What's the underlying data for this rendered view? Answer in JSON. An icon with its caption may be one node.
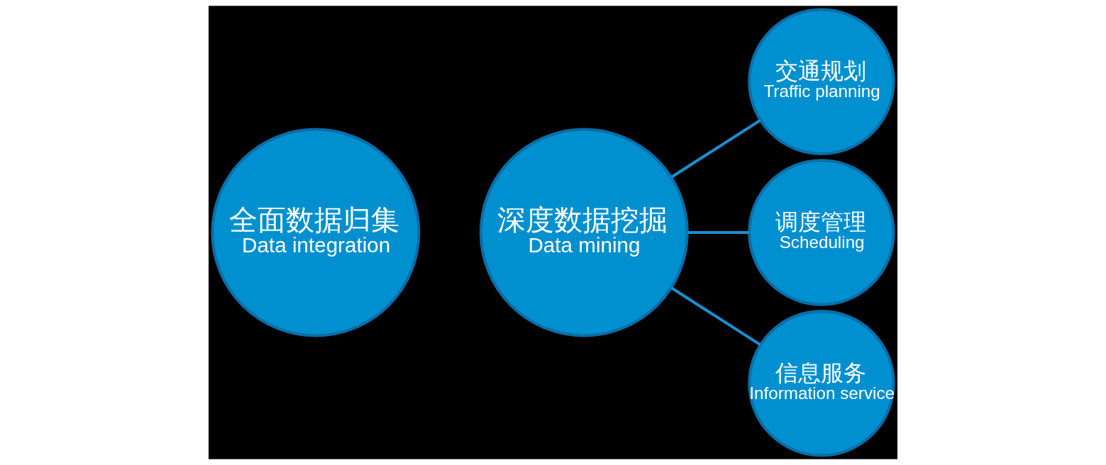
{
  "diagram": {
    "nodes": [
      {
        "text": [
          "全面数据归集",
          "Data integration"
        ]
      },
      {
        "text": [
          "深度数据挖掘",
          "Data mining"
        ]
      },
      {
        "text": [
          "交通规划",
          "Traffic planning"
        ]
      },
      {
        "text": [
          "调度管理",
          "Scheduling"
        ]
      },
      {
        "text": [
          "信息服务",
          "Information service"
        ]
      }
    ],
    "edges": [
      {
        "from": 1,
        "to": 2,
        "arrow": "none"
      },
      {
        "from": 1,
        "to": 3,
        "arrow": "none"
      },
      {
        "from": 1,
        "to": 4,
        "arrow": "none"
      }
    ]
  }
}
